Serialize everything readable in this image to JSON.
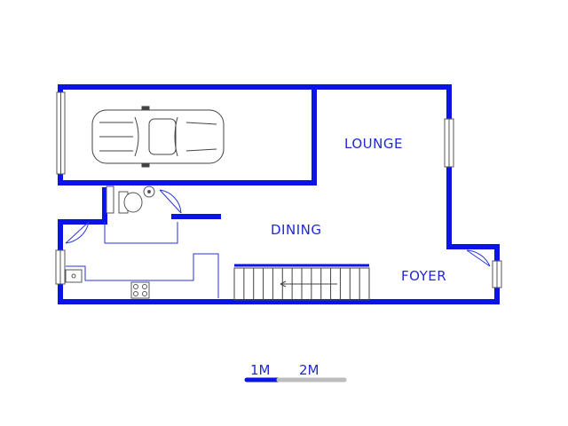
{
  "colors": {
    "wall": "#0a14e6",
    "thin_line": "#2a36d6",
    "label": "#1f2ad0",
    "scale_grey": "#bdbdbd",
    "fixture_grey": "#555555",
    "background": "#ffffff"
  },
  "rooms": {
    "lounge": "LOUNGE",
    "dining": "DINING",
    "foyer": "FOYER"
  },
  "scale": {
    "label_1": "1M",
    "label_2": "2M"
  },
  "fixtures": {
    "garage": "car-icon",
    "kitchen": [
      "sink-icon",
      "stove-icon"
    ],
    "bathroom": [
      "toilet-icon",
      "basin-icon"
    ],
    "stairs": "staircase"
  }
}
